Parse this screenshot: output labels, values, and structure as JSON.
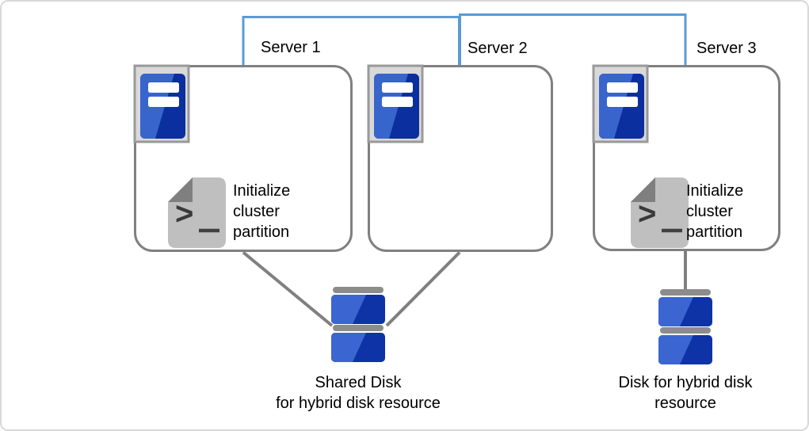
{
  "diagram": {
    "description": "Three-server cluster diagram with hybrid disk resources",
    "servers": [
      {
        "label": "Server 1",
        "note": "Initialize\ncluster\npartition"
      },
      {
        "label": "Server 2",
        "note": ""
      },
      {
        "label": "Server 3",
        "note": "Initialize\ncluster\npartition"
      }
    ],
    "disks": [
      {
        "label": "Shared Disk\nfor hybrid disk resource"
      },
      {
        "label": "Disk for hybrid disk\nresource"
      }
    ],
    "icons": {
      "server": "server-tower-icon",
      "script": "script-file-icon",
      "disk": "disk-stack-icon"
    },
    "colors": {
      "network_line": "#5B9BD5",
      "storage_line": "#808080",
      "box_border": "#808080",
      "icon_frame_fill": "#D9D9D9",
      "icon_frame_border": "#999999",
      "tower_blue_dark": "#0B2F9E",
      "tower_blue_light": "#3865CB",
      "doc_gray": "#BFBFBF",
      "doc_fold_gray": "#7F7F7F",
      "disk_cap_gray": "#8C8C8C",
      "canvas_border": "#D9D9D9"
    }
  }
}
